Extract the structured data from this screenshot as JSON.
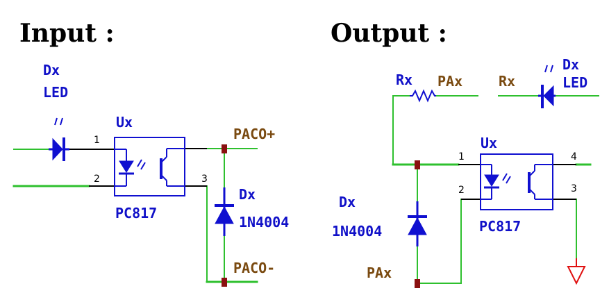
{
  "headings": {
    "input": "Input :",
    "output": "Output :"
  },
  "input_circuit": {
    "led_ref": "Dx",
    "led_type": "LED",
    "opto_ref": "Ux",
    "opto_part": "PC817",
    "pin1": "1",
    "pin2": "2",
    "pin3": "3",
    "net_pos": "PACO+",
    "net_neg": "PACO-",
    "diode_ref": "Dx",
    "diode_part": "1N4004"
  },
  "output_circuit": {
    "res_ref": "Rx",
    "net_top": "PAx",
    "res2_ref": "Rx",
    "led_ref": "Dx",
    "led_type": "LED",
    "opto_ref": "Ux",
    "opto_part": "PC817",
    "pin1": "1",
    "pin2": "2",
    "pin3": "3",
    "pin4": "4",
    "diode_ref": "Dx",
    "diode_part": "1N4004",
    "net_bottom": "PAx"
  },
  "colors": {
    "wire": "#2ec02e",
    "component": "#1010d0",
    "net_label": "#7a4a10",
    "ground": "#e01010"
  },
  "icons": [
    "led-symbol",
    "diode-symbol",
    "resistor-symbol",
    "optocoupler-symbol",
    "ground-symbol"
  ]
}
